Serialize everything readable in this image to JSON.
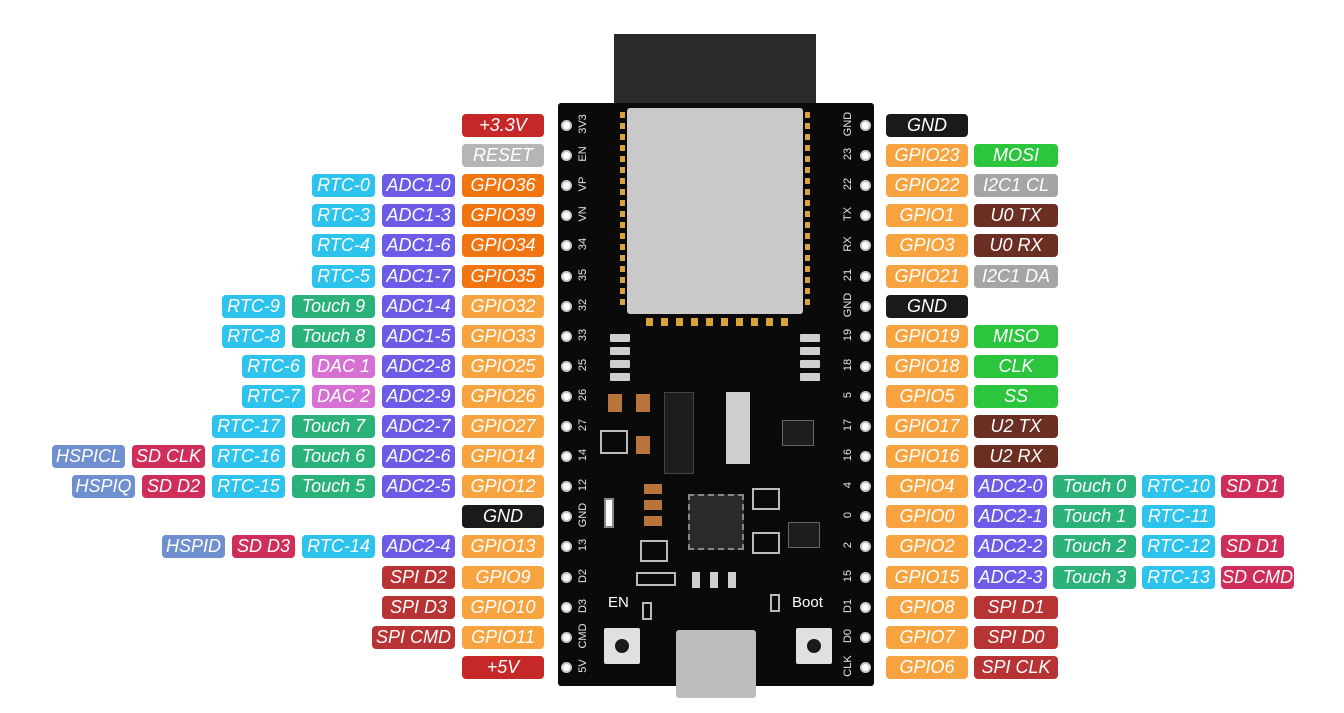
{
  "colors": {
    "power": "#c62828",
    "reset": "#b5b5b5",
    "gnd": "#1a1a1a",
    "gpio_input": "#f0740f",
    "gpio": "#f7a440",
    "adc": "#6d5ae6",
    "rtc": "#2ec3ec",
    "touch": "#2bb27b",
    "dac": "#d770d3",
    "spi_flash": "#b83333",
    "sd": "#cf2d5a",
    "hspi": "#6f8fce",
    "vspi": "#2cc53e",
    "i2c": "#a5a5a5",
    "uart": "#6b2e22"
  },
  "board": {
    "en_label": "EN",
    "boot_label": "Boot"
  },
  "left_pins": [
    {
      "pin": "3V3",
      "labels": [
        {
          "text": "+3.3V",
          "kind": "power"
        }
      ]
    },
    {
      "pin": "EN",
      "labels": [
        {
          "text": "RESET",
          "kind": "reset"
        }
      ]
    },
    {
      "pin": "VP",
      "labels": [
        {
          "text": "RTC-0",
          "kind": "rtc"
        },
        {
          "text": "ADC1-0",
          "kind": "adc"
        },
        {
          "text": "GPIO36",
          "kind": "gpio_input"
        }
      ]
    },
    {
      "pin": "VN",
      "labels": [
        {
          "text": "RTC-3",
          "kind": "rtc"
        },
        {
          "text": "ADC1-3",
          "kind": "adc"
        },
        {
          "text": "GPIO39",
          "kind": "gpio_input"
        }
      ]
    },
    {
      "pin": "34",
      "labels": [
        {
          "text": "RTC-4",
          "kind": "rtc"
        },
        {
          "text": "ADC1-6",
          "kind": "adc"
        },
        {
          "text": "GPIO34",
          "kind": "gpio_input"
        }
      ]
    },
    {
      "pin": "35",
      "labels": [
        {
          "text": "RTC-5",
          "kind": "rtc"
        },
        {
          "text": "ADC1-7",
          "kind": "adc"
        },
        {
          "text": "GPIO35",
          "kind": "gpio_input"
        }
      ]
    },
    {
      "pin": "32",
      "labels": [
        {
          "text": "RTC-9",
          "kind": "rtc"
        },
        {
          "text": "Touch 9",
          "kind": "touch"
        },
        {
          "text": "ADC1-4",
          "kind": "adc"
        },
        {
          "text": "GPIO32",
          "kind": "gpio"
        }
      ]
    },
    {
      "pin": "33",
      "labels": [
        {
          "text": "RTC-8",
          "kind": "rtc"
        },
        {
          "text": "Touch 8",
          "kind": "touch"
        },
        {
          "text": "ADC1-5",
          "kind": "adc"
        },
        {
          "text": "GPIO33",
          "kind": "gpio"
        }
      ]
    },
    {
      "pin": "25",
      "labels": [
        {
          "text": "RTC-6",
          "kind": "rtc"
        },
        {
          "text": "DAC 1",
          "kind": "dac"
        },
        {
          "text": "ADC2-8",
          "kind": "adc"
        },
        {
          "text": "GPIO25",
          "kind": "gpio"
        }
      ]
    },
    {
      "pin": "26",
      "labels": [
        {
          "text": "RTC-7",
          "kind": "rtc"
        },
        {
          "text": "DAC 2",
          "kind": "dac"
        },
        {
          "text": "ADC2-9",
          "kind": "adc"
        },
        {
          "text": "GPIO26",
          "kind": "gpio"
        }
      ]
    },
    {
      "pin": "27",
      "labels": [
        {
          "text": "RTC-17",
          "kind": "rtc"
        },
        {
          "text": "Touch 7",
          "kind": "touch"
        },
        {
          "text": "ADC2-7",
          "kind": "adc"
        },
        {
          "text": "GPIO27",
          "kind": "gpio"
        }
      ]
    },
    {
      "pin": "14",
      "labels": [
        {
          "text": "HSPICL",
          "kind": "hspi"
        },
        {
          "text": "SD CLK",
          "kind": "sd"
        },
        {
          "text": "RTC-16",
          "kind": "rtc"
        },
        {
          "text": "Touch 6",
          "kind": "touch"
        },
        {
          "text": "ADC2-6",
          "kind": "adc"
        },
        {
          "text": "GPIO14",
          "kind": "gpio"
        }
      ]
    },
    {
      "pin": "12",
      "labels": [
        {
          "text": "HSPIQ",
          "kind": "hspi"
        },
        {
          "text": "SD D2",
          "kind": "sd"
        },
        {
          "text": "RTC-15",
          "kind": "rtc"
        },
        {
          "text": "Touch 5",
          "kind": "touch"
        },
        {
          "text": "ADC2-5",
          "kind": "adc"
        },
        {
          "text": "GPIO12",
          "kind": "gpio"
        }
      ]
    },
    {
      "pin": "GND",
      "labels": [
        {
          "text": "GND",
          "kind": "gnd"
        }
      ]
    },
    {
      "pin": "13",
      "labels": [
        {
          "text": "HSPID",
          "kind": "hspi"
        },
        {
          "text": "SD D3",
          "kind": "sd"
        },
        {
          "text": "RTC-14",
          "kind": "rtc"
        },
        {
          "text": "ADC2-4",
          "kind": "adc"
        },
        {
          "text": "GPIO13",
          "kind": "gpio"
        }
      ]
    },
    {
      "pin": "D2",
      "labels": [
        {
          "text": "SPI D2",
          "kind": "spi_flash"
        },
        {
          "text": "GPIO9",
          "kind": "gpio"
        }
      ]
    },
    {
      "pin": "D3",
      "labels": [
        {
          "text": "SPI D3",
          "kind": "spi_flash"
        },
        {
          "text": "GPIO10",
          "kind": "gpio"
        }
      ]
    },
    {
      "pin": "CMD",
      "labels": [
        {
          "text": "SPI CMD",
          "kind": "spi_flash"
        },
        {
          "text": "GPIO11",
          "kind": "gpio"
        }
      ]
    },
    {
      "pin": "5V",
      "labels": [
        {
          "text": "+5V",
          "kind": "power"
        }
      ]
    }
  ],
  "right_pins": [
    {
      "pin": "GND",
      "labels": [
        {
          "text": "GND",
          "kind": "gnd"
        }
      ]
    },
    {
      "pin": "23",
      "labels": [
        {
          "text": "GPIO23",
          "kind": "gpio"
        },
        {
          "text": "MOSI",
          "kind": "vspi"
        }
      ]
    },
    {
      "pin": "22",
      "labels": [
        {
          "text": "GPIO22",
          "kind": "gpio"
        },
        {
          "text": "I2C1 CL",
          "kind": "i2c"
        }
      ]
    },
    {
      "pin": "TX",
      "labels": [
        {
          "text": "GPIO1",
          "kind": "gpio"
        },
        {
          "text": "U0 TX",
          "kind": "uart"
        }
      ]
    },
    {
      "pin": "RX",
      "labels": [
        {
          "text": "GPIO3",
          "kind": "gpio"
        },
        {
          "text": "U0 RX",
          "kind": "uart"
        }
      ]
    },
    {
      "pin": "21",
      "labels": [
        {
          "text": "GPIO21",
          "kind": "gpio"
        },
        {
          "text": "I2C1 DA",
          "kind": "i2c"
        }
      ]
    },
    {
      "pin": "GND",
      "labels": [
        {
          "text": "GND",
          "kind": "gnd"
        }
      ]
    },
    {
      "pin": "19",
      "labels": [
        {
          "text": "GPIO19",
          "kind": "gpio"
        },
        {
          "text": "MISO",
          "kind": "vspi"
        }
      ]
    },
    {
      "pin": "18",
      "labels": [
        {
          "text": "GPIO18",
          "kind": "gpio"
        },
        {
          "text": "CLK",
          "kind": "vspi"
        }
      ]
    },
    {
      "pin": "5",
      "labels": [
        {
          "text": "GPIO5",
          "kind": "gpio"
        },
        {
          "text": "SS",
          "kind": "vspi"
        }
      ]
    },
    {
      "pin": "17",
      "labels": [
        {
          "text": "GPIO17",
          "kind": "gpio"
        },
        {
          "text": "U2 TX",
          "kind": "uart"
        }
      ]
    },
    {
      "pin": "16",
      "labels": [
        {
          "text": "GPIO16",
          "kind": "gpio"
        },
        {
          "text": "U2 RX",
          "kind": "uart"
        }
      ]
    },
    {
      "pin": "4",
      "labels": [
        {
          "text": "GPIO4",
          "kind": "gpio"
        },
        {
          "text": "ADC2-0",
          "kind": "adc"
        },
        {
          "text": "Touch 0",
          "kind": "touch"
        },
        {
          "text": "RTC-10",
          "kind": "rtc"
        },
        {
          "text": "SD D1",
          "kind": "sd"
        }
      ]
    },
    {
      "pin": "0",
      "labels": [
        {
          "text": "GPIO0",
          "kind": "gpio"
        },
        {
          "text": "ADC2-1",
          "kind": "adc"
        },
        {
          "text": "Touch 1",
          "kind": "touch"
        },
        {
          "text": "RTC-11",
          "kind": "rtc"
        }
      ]
    },
    {
      "pin": "2",
      "labels": [
        {
          "text": "GPIO2",
          "kind": "gpio"
        },
        {
          "text": "ADC2-2",
          "kind": "adc"
        },
        {
          "text": "Touch 2",
          "kind": "touch"
        },
        {
          "text": "RTC-12",
          "kind": "rtc"
        },
        {
          "text": "SD D1",
          "kind": "sd"
        }
      ]
    },
    {
      "pin": "15",
      "labels": [
        {
          "text": "GPIO15",
          "kind": "gpio"
        },
        {
          "text": "ADC2-3",
          "kind": "adc"
        },
        {
          "text": "Touch 3",
          "kind": "touch"
        },
        {
          "text": "RTC-13",
          "kind": "rtc"
        },
        {
          "text": "SD CMD",
          "kind": "sd"
        }
      ]
    },
    {
      "pin": "D1",
      "labels": [
        {
          "text": "GPIO8",
          "kind": "gpio"
        },
        {
          "text": "SPI D1",
          "kind": "spi_flash"
        }
      ]
    },
    {
      "pin": "D0",
      "labels": [
        {
          "text": "GPIO7",
          "kind": "gpio"
        },
        {
          "text": "SPI D0",
          "kind": "spi_flash"
        }
      ]
    },
    {
      "pin": "CLK",
      "labels": [
        {
          "text": "GPIO6",
          "kind": "gpio"
        },
        {
          "text": "SPI CLK",
          "kind": "spi_flash"
        }
      ]
    }
  ]
}
